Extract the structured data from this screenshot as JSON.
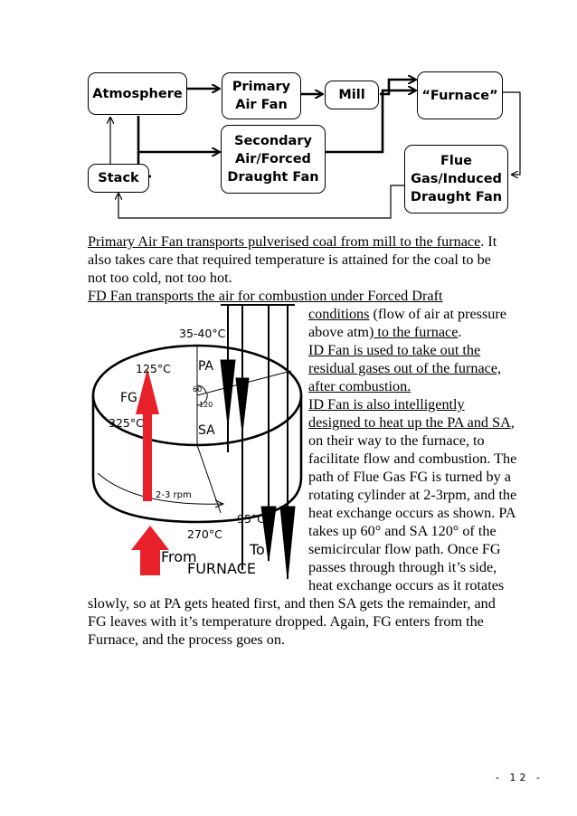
{
  "flow_diagram": {
    "boxes": {
      "atmosphere": "Atmosphere",
      "primary_air_fan": "Primary\nAir Fan",
      "mill": "Mill",
      "furnace": "“Furnace”",
      "secondary_fan": "Secondary\nAir/Forced\nDraught Fan",
      "stack": "Stack",
      "flue_gas_fan": "Flue\nGas/Induced\nDraught Fan"
    }
  },
  "text": {
    "para1_line1_underlined": "Primary Air Fan transports pulverised coal from mill to the furnace",
    "para1_line1_rest": ". It",
    "para1_line2": "also takes care that required temperature is attained for the coal to be",
    "para1_line3": "not too cold, not too hot.",
    "para2_line1": "FD Fan transports the air for combustion under Forced Draft ",
    "right_lines": [
      {
        "u": "conditions",
        "t": " (flow of air at pressure"
      },
      {
        "u": "",
        "t": "above atm)",
        "u2": " to the furnace",
        "t2": "."
      },
      {
        "u": "ID Fan is used to take out the ",
        "t": ""
      },
      {
        "u": "residual gases out of the furnace,",
        "t": ""
      },
      {
        "u": "after combustion.",
        "t": ""
      },
      {
        "u": "ID Fan is also intelligently ",
        "t": ""
      },
      {
        "u": "designed to heat up the PA and SA",
        "t": ","
      },
      {
        "u": "",
        "t": "on their way to the furnace, to"
      },
      {
        "u": "",
        "t": "facilitate flow and combustion. The"
      },
      {
        "u": "",
        "t": "path of Flue Gas FG is turned by a"
      },
      {
        "u": "",
        "t": "rotating cylinder at 2-3rpm, and the"
      },
      {
        "u": "",
        "t": "heat exchange occurs as shown. PA"
      },
      {
        "u": "",
        "t": "takes up 60° and SA 120° of the"
      },
      {
        "u": "",
        "t": "semicircular flow path. Once FG"
      },
      {
        "u": "",
        "t": "passes through through it’s side,"
      },
      {
        "u": "",
        "t": "heat exchange occurs as it rotates"
      }
    ],
    "bottom_lines": [
      "slowly, so at PA gets heated first, and then SA gets the remainder, and",
      "FG leaves with it’s temperature dropped. Again, FG enters from the",
      "Furnace, and the process goes on."
    ]
  },
  "heater_diagram": {
    "temp_pa": "35-40°C",
    "label_pa": "PA",
    "temp_fg_top": "125°C",
    "label_fg": "FG",
    "temp_fg_side": "325°C",
    "angle_60": "60",
    "angle_120": "120",
    "label_sa": "SA",
    "rpm": "2-3 rpm",
    "temp_sa_out": "95°C",
    "temp_in": "270°C",
    "from_label": "From",
    "to_label": "To",
    "furnace_label": "FURNACE",
    "color_fg_arrow": "#e8202a"
  },
  "page_number": "- 12 -"
}
